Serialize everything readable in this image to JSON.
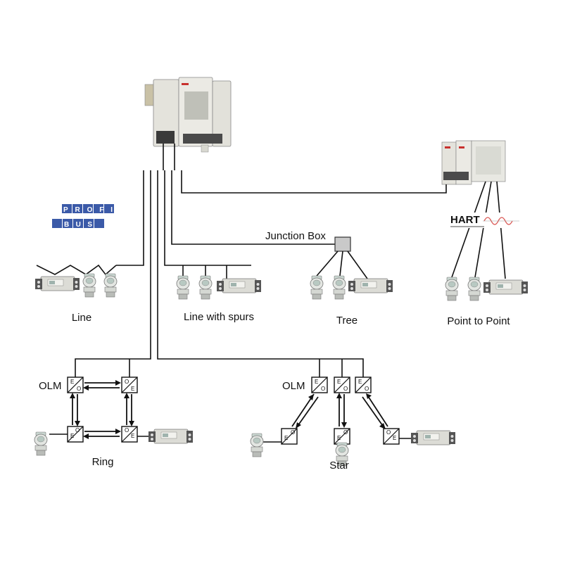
{
  "logo_profibus": {
    "line1": "PROFI",
    "line2": "BUS",
    "brand_color": "#3b5aa8"
  },
  "logo_hart": {
    "text": "HART"
  },
  "labels": {
    "line": "Line",
    "line_with_spurs": "Line with spurs",
    "tree": "Tree",
    "junction_box": "Junction Box",
    "point_to_point": "Point to Point",
    "ring": "Ring",
    "star": "Star",
    "olm_ring": "OLM",
    "olm_star": "OLM"
  },
  "converter": {
    "top_letter": "E",
    "bottom_letter": "O"
  },
  "colors": {
    "wire": "#111111",
    "device_body": "#dcdcd6",
    "device_shade": "#9aa0a0",
    "sensor_head": "#c9d6d0"
  }
}
